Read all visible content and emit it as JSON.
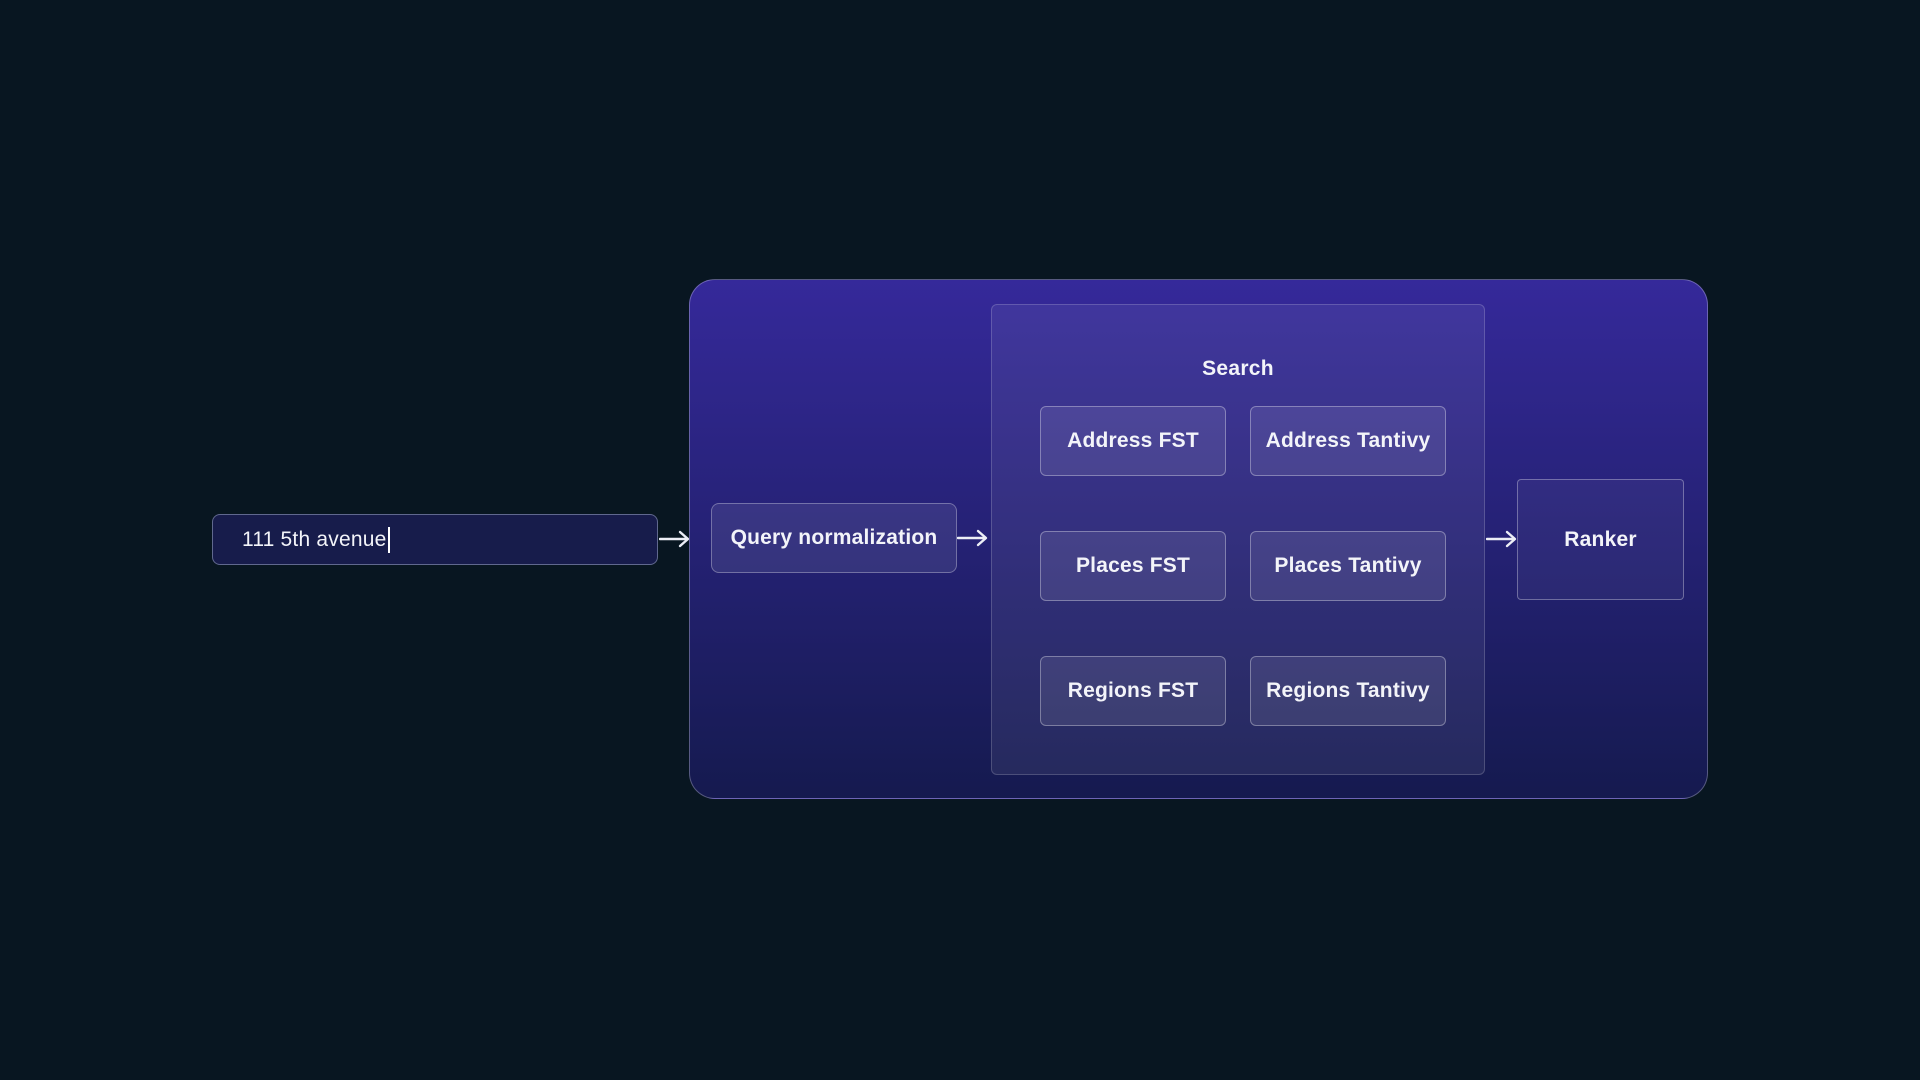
{
  "colors": {
    "page_background": "#081621",
    "panel_gradient_top": "#35299a",
    "panel_gradient_bottom": "#151a4f",
    "input_background": "#171c4b",
    "text": "#f3f4f9",
    "arrow": "#eceef6"
  },
  "diagram": {
    "query_input": {
      "value": "111 5th avenue"
    },
    "query_normalization": {
      "label": "Query normalization"
    },
    "search_group": {
      "title": "Search",
      "engines": [
        {
          "label": "Address FST"
        },
        {
          "label": "Address Tantivy"
        },
        {
          "label": "Places FST"
        },
        {
          "label": "Places Tantivy"
        },
        {
          "label": "Regions FST"
        },
        {
          "label": "Regions Tantivy"
        }
      ]
    },
    "ranker": {
      "label": "Ranker"
    }
  }
}
